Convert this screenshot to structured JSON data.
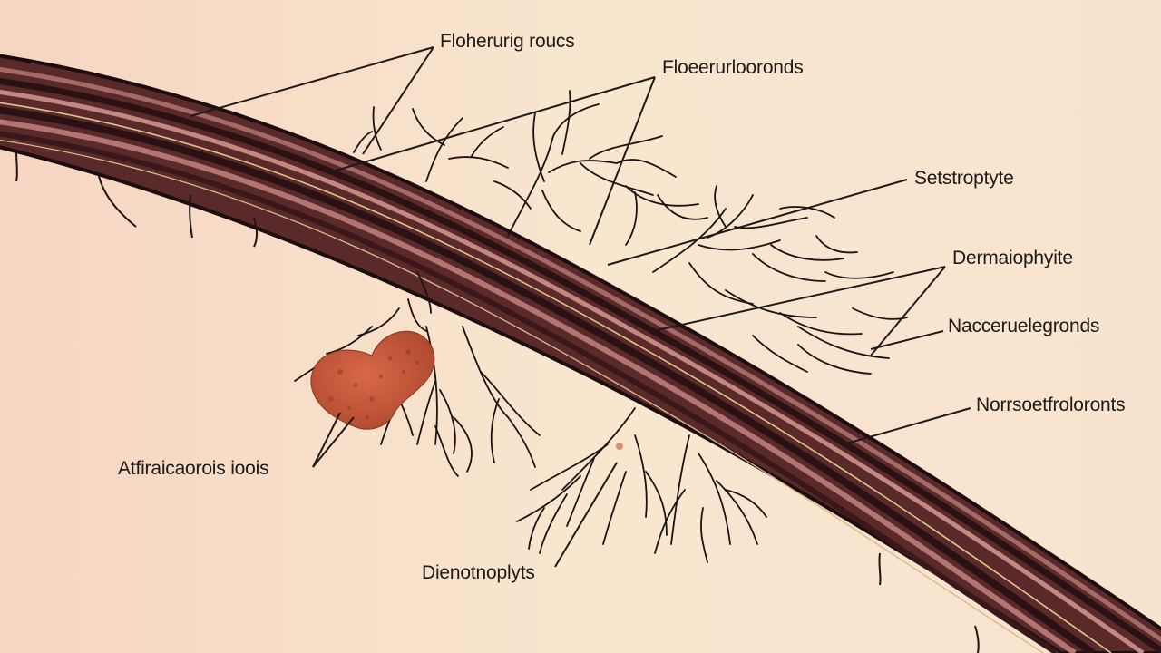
{
  "labels": {
    "top_left": "Floherurig roucs",
    "top_right": "Floeerurlooronds",
    "upper_right": "Setstroptyte",
    "middle_right_1": "Dermaiophyite",
    "middle_right_2": "Nacceruelegronds",
    "lower_right": "Norrsoetfroloronts",
    "left": "Atfiraicaorois ioois",
    "bottom": "Dienotnoplyts"
  },
  "colors": {
    "background_left": "#f6d6c3",
    "background_right": "#f8e7d1",
    "nerve_dark": "#2a1214",
    "nerve_mid": "#5d2a2a",
    "nerve_light": "#b77b78",
    "highlight": "#e8c98f",
    "blob": "#c95a3e",
    "ink": "#1e1a17"
  }
}
